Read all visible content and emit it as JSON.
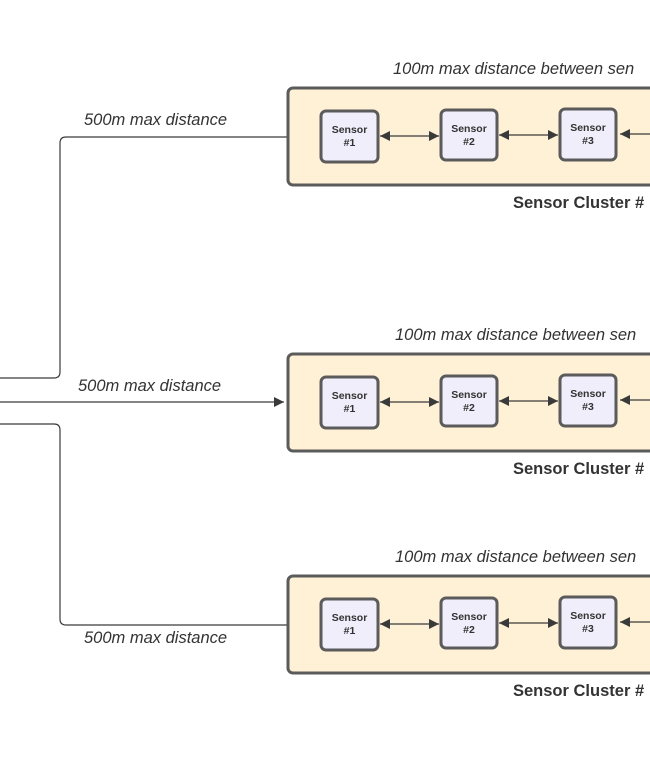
{
  "clusters": [
    {
      "label": "Sensor Cluster #",
      "spacing_note": "100m max distance between sen",
      "link_distance": "500m max distance",
      "sensors": [
        {
          "line1": "Sensor",
          "line2": "#1"
        },
        {
          "line1": "Sensor",
          "line2": "#2"
        },
        {
          "line1": "Sensor",
          "line2": "#3"
        }
      ]
    },
    {
      "label": "Sensor Cluster #",
      "spacing_note": "100m max distance between sen",
      "link_distance": "500m max distance",
      "sensors": [
        {
          "line1": "Sensor",
          "line2": "#1"
        },
        {
          "line1": "Sensor",
          "line2": "#2"
        },
        {
          "line1": "Sensor",
          "line2": "#3"
        }
      ]
    },
    {
      "label": "Sensor Cluster #",
      "spacing_note": "100m max distance between sen",
      "link_distance": "500m max distance",
      "sensors": [
        {
          "line1": "Sensor",
          "line2": "#1"
        },
        {
          "line1": "Sensor",
          "line2": "#2"
        },
        {
          "line1": "Sensor",
          "line2": "#3"
        }
      ]
    }
  ],
  "colors": {
    "cluster_fill": "#fff1d6",
    "sensor_fill": "#efeefa",
    "stroke": "#5b5b5b",
    "text": "#333333"
  }
}
